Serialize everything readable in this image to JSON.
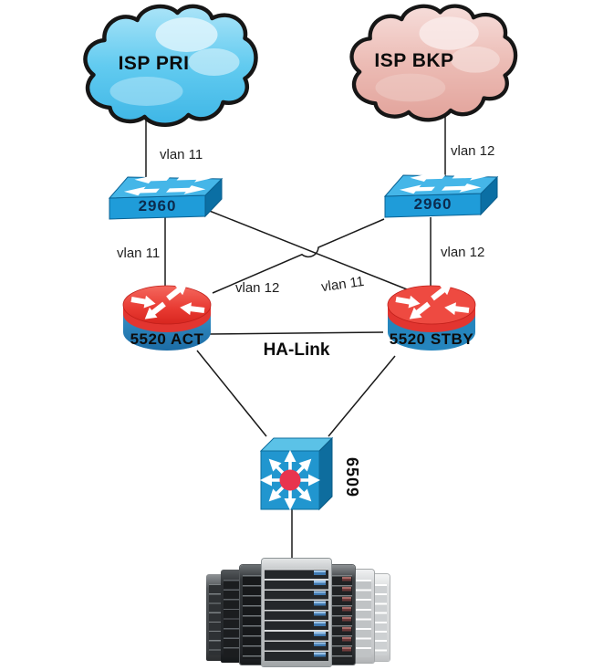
{
  "diagram_type": "network-ha-topology",
  "nodes": {
    "isp_pri": {
      "label": "ISP PRI",
      "kind": "internet-cloud",
      "color": "#55c3ec"
    },
    "isp_bkp": {
      "label": "ISP BKP",
      "kind": "internet-cloud",
      "color": "#e9b3ac"
    },
    "sw_left": {
      "label": "2960",
      "kind": "switch",
      "color": "#1f9cd9"
    },
    "sw_right": {
      "label": "2960",
      "kind": "switch",
      "color": "#1f9cd9"
    },
    "asa_act": {
      "label": "5520 ACT",
      "kind": "firewall",
      "color": "#e23530"
    },
    "asa_stby": {
      "label": "5520 STBY",
      "kind": "firewall",
      "color": "#e23530"
    },
    "core": {
      "label": "6509",
      "kind": "multilayer-switch",
      "color": "#2196cf"
    },
    "servers": {
      "kind": "server-rack"
    }
  },
  "labels": {
    "uplink_pri": "vlan 11",
    "uplink_bkp": "vlan 12",
    "left_link": "vlan 11",
    "right_link": "vlan 12",
    "cross_to_act": "vlan 12",
    "cross_to_stby": "vlan 11",
    "ha": "HA-Link"
  },
  "links": [
    {
      "from": "isp_pri",
      "to": "sw_left",
      "label": "vlan 11"
    },
    {
      "from": "isp_bkp",
      "to": "sw_right",
      "label": "vlan 12"
    },
    {
      "from": "sw_left",
      "to": "asa_act",
      "label": "vlan 11"
    },
    {
      "from": "sw_right",
      "to": "asa_stby",
      "label": "vlan 12"
    },
    {
      "from": "sw_left",
      "to": "asa_stby",
      "label": "vlan 11"
    },
    {
      "from": "sw_right",
      "to": "asa_act",
      "label": "vlan 12"
    },
    {
      "from": "asa_act",
      "to": "asa_stby",
      "label": "HA-Link"
    },
    {
      "from": "asa_act",
      "to": "core",
      "label": ""
    },
    {
      "from": "asa_stby",
      "to": "core",
      "label": ""
    },
    {
      "from": "core",
      "to": "servers",
      "label": ""
    }
  ],
  "colors": {
    "background": "#ffffff",
    "line": "#1a1a1a"
  }
}
